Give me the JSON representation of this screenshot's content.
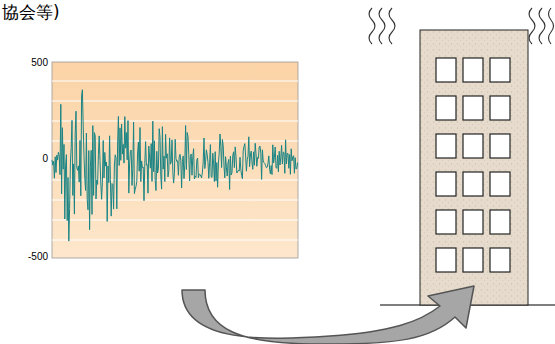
{
  "diagram": {
    "labels": [
      "協会等)",
      "500",
      "0",
      "-500"
    ]
  }
}
